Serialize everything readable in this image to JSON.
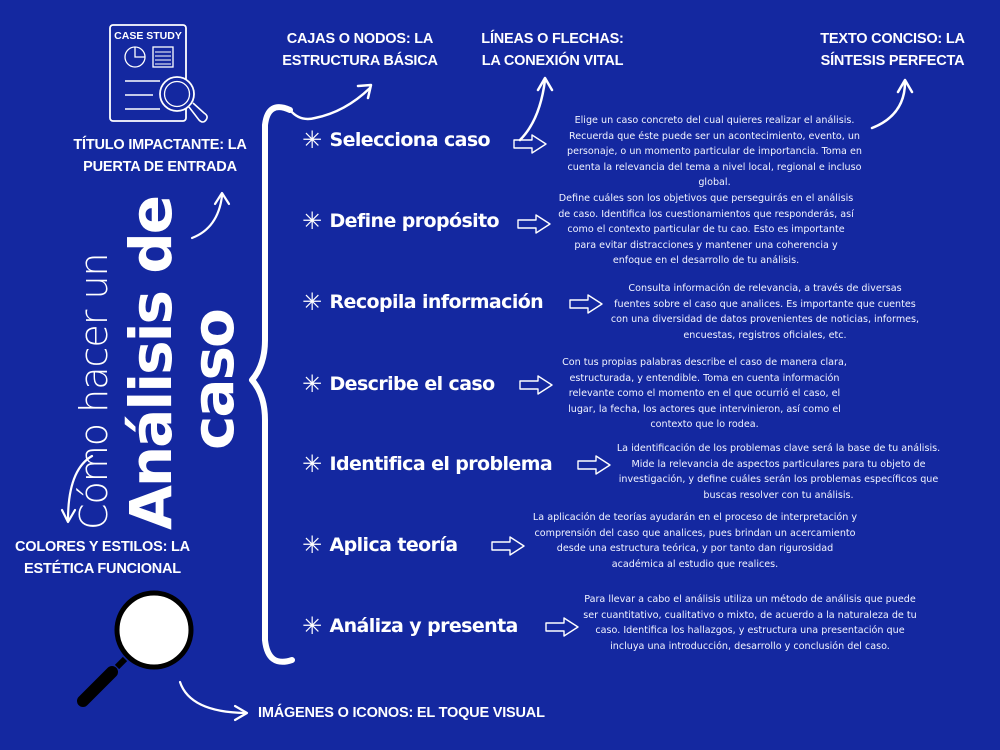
{
  "colors": {
    "background": "#1428a0",
    "foreground": "#ffffff"
  },
  "title": {
    "line1": "Cómo hacer un",
    "line2": "Análisis de",
    "line3": "caso"
  },
  "icon_card": {
    "label": "CASE STUDY"
  },
  "captions": {
    "titulo": "TÍTULO IMPACTANTE: LA PUERTA DE ENTRADA",
    "cajas": "CAJAS O NODOS: LA ESTRUCTURA BÁSICA",
    "lineas": "LÍNEAS O FLECHAS: LA CONEXIÓN VITAL",
    "texto": "TEXTO CONCISO: LA SÍNTESIS PERFECTA",
    "colores": "COLORES Y ESTILOS: LA ESTÉTICA FUNCIONAL",
    "imagenes": "IMÁGENES O ICONOS: EL TOQUE VISUAL"
  },
  "steps": [
    {
      "title": "Selecciona caso",
      "description": "Elige un caso concreto del cual quieres realizar el análisis. Recuerda que éste puede ser un acontecimiento, evento, un personaje, o un momento particular de importancia. Toma en cuenta la relevancia del tema a nivel local, regional e incluso global."
    },
    {
      "title": "Define propósito",
      "description": "Define cuáles son los objetivos que perseguirás en el análisis de caso. Identifica los cuestionamientos que responderás, así como el contexto particular de tu cao. Esto es importante para evitar distracciones y mantener una coherencia y enfoque en el desarrollo de tu análisis."
    },
    {
      "title": "Recopila información",
      "description": "Consulta información de relevancia, a través de diversas fuentes sobre el caso que analices. Es importante que cuentes con una diversidad de datos provenientes de noticias, informes, encuestas, registros oficiales, etc."
    },
    {
      "title": "Describe el caso",
      "description": "Con tus propias palabras describe el caso de manera clara, estructurada, y entendible. Toma en cuenta información relevante como el momento en el que ocurrió el caso, el lugar, la fecha, los actores que intervinieron, así como el contexto que lo rodea."
    },
    {
      "title": "Identifica el problema",
      "description": "La identificación de los problemas clave será la base de tu análisis. Mide la relevancia de aspectos particulares para tu objeto de investigación, y define cuáles serán los problemas específicos que buscas resolver con tu análisis."
    },
    {
      "title": "Aplica teoría",
      "description": "La aplicación de teorías ayudarán en el proceso de interpretación y comprensión del caso que analices, pues brindan un acercamiento desde una estructura teórica, y por tanto dan rigurosidad académica al estudio que realices."
    },
    {
      "title": "Análiza y presenta",
      "description": "Para llevar a cabo el análisis utiliza un método de análisis que puede ser cuantitativo, cualitativo o mixto, de acuerdo a la naturaleza de tu caso. Identifica los hallazgos, y estructura una presentación que incluya una introducción, desarrollo y conclusión del caso."
    }
  ]
}
